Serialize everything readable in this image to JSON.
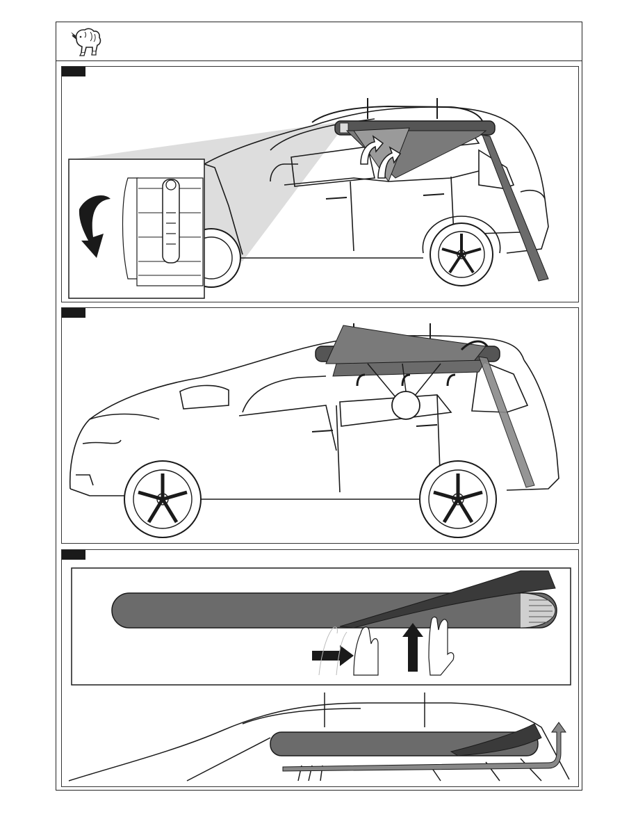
{
  "document": {
    "brand_logo_icon": "rhino-logo-icon",
    "steps": [
      {
        "id": "step-1",
        "label": ""
      },
      {
        "id": "step-2",
        "label": ""
      },
      {
        "id": "step-3",
        "label": ""
      }
    ],
    "colors": {
      "awning_fabric": "#6b6b6b",
      "awning_dark": "#3a3a3a",
      "line": "#1a1a1a",
      "shadow_beam": "#d9d9d9"
    }
  }
}
